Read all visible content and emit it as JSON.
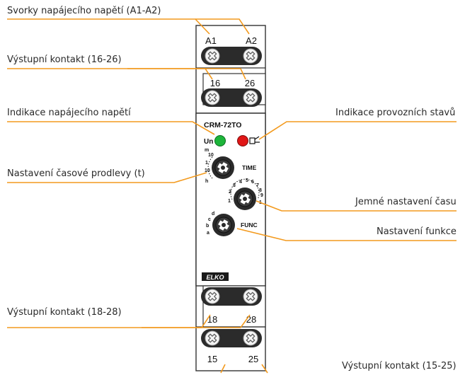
{
  "callouts": {
    "supply_terminals": "Svorky napájecího napětí (A1-A2)",
    "output_16_26": "Výstupní kontakt (16-26)",
    "supply_indication": "Indikace napájecího napětí",
    "time_delay_setting": "Nastavení časové prodlevy (t)",
    "output_18_28": "Výstupní kontakt (18-28)",
    "state_indication": "Indikace provozních stavů",
    "fine_time_setting": "Jemné nastavení času",
    "function_setting": "Nastavení funkce",
    "output_15_25": "Výstupní kontakt (15-25)"
  },
  "device": {
    "model": "CRM-72TO",
    "brand": "ELKO",
    "led_un_label": "Un",
    "time_knob_label": "TIME",
    "func_knob_label": "FUNC",
    "terminals": {
      "top1": [
        "A1",
        "A2"
      ],
      "top2": [
        "16",
        "26"
      ],
      "bottom1": [
        "18",
        "28"
      ],
      "bottom2": [
        "15",
        "25"
      ]
    },
    "range_scale": [
      "m",
      "10",
      "1",
      "10",
      "h"
    ],
    "fine_scale": [
      "1",
      "2",
      "3",
      "4",
      "5",
      "6",
      "7",
      "8",
      "9",
      "1"
    ],
    "func_scale": [
      "a",
      "b",
      "c",
      "d"
    ]
  },
  "colors": {
    "leader_line": "#f39a1e",
    "led_green": "#1db53a",
    "led_red": "#e01616",
    "terminal_bar": "#2b2b2b",
    "brand_badge": "#1a1a1a"
  }
}
